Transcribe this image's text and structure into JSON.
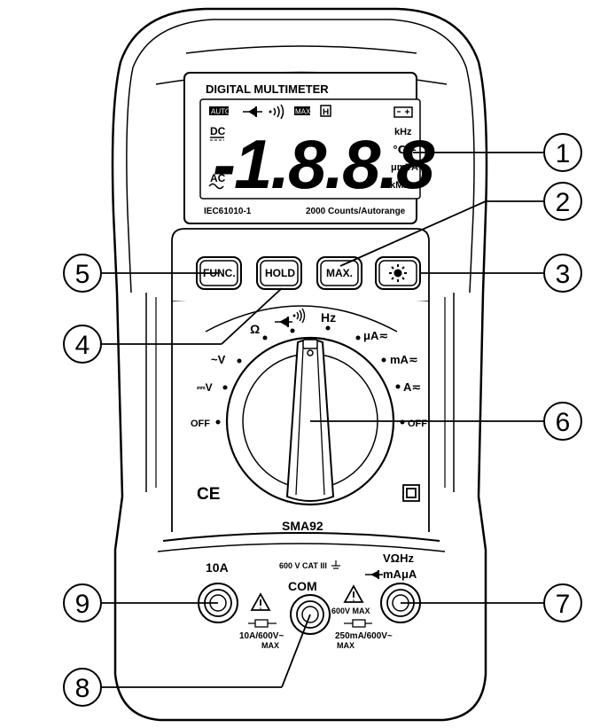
{
  "lcd": {
    "brand_title": "DIGITAL MULTIMETER",
    "auto_icon": "AUTO",
    "max_icon": "MAX",
    "hold_icon": "H",
    "battery_icon": "battery-icon",
    "dc_label": "DC",
    "ac_label": "AC",
    "digits": "-1.8.8.8",
    "unit_khz": "kHz",
    "unit_temp": "℃°F",
    "unit_umva": "μmVA",
    "unit_kmohm": "kMΩ",
    "standard": "IEC61010-1",
    "counts": "2000 Counts/Autorange"
  },
  "buttons": {
    "func": "FUNC.",
    "hold": "HOLD",
    "max": "MAX."
  },
  "dial": {
    "ohm": "Ω",
    "diode_continuity": "diode-continuity-icon",
    "hz": "Hz",
    "ua": "μA≂",
    "ma": "mA≂",
    "a": "A≂",
    "off_right": "OFF",
    "off_left": "OFF",
    "dcv": "⎓V",
    "acv": "~V"
  },
  "markings": {
    "ce": "CE",
    "model": "SMA92",
    "double_insulation_icon": "double-insulation-icon"
  },
  "jacks": {
    "jack_10a": "10A",
    "com": "COM",
    "cat_rating": "600 V CAT III",
    "vohmhz": "VΩHz",
    "mauа": "mAμA",
    "rating_10a_line1": "10A/600V~",
    "rating_10a_line2": "MAX",
    "rating_ma_line1": "250mA/600V~",
    "rating_ma_line2": "MAX",
    "rating_600v": "600V MAX"
  },
  "callouts": [
    "1",
    "2",
    "3",
    "4",
    "5",
    "6",
    "7",
    "8",
    "9"
  ]
}
